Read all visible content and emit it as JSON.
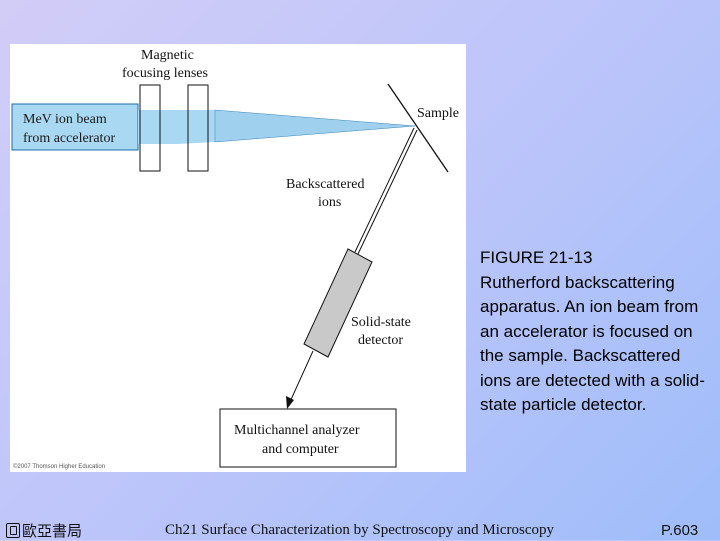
{
  "diagram": {
    "labels": {
      "lenses_line1": "Magnetic",
      "lenses_line2": "focusing lenses",
      "beam_line1": "MeV ion beam",
      "beam_line2": "from accelerator",
      "sample": "Sample",
      "backscattered_line1": "Backscattered",
      "backscattered_line2": "ions",
      "detector_line1": "Solid-state",
      "detector_line2": "detector",
      "analyzer_line1": "Multichannel analyzer",
      "analyzer_line2": "and computer",
      "copyright": "©2007 Thomson Higher Education"
    },
    "colors": {
      "beam_fill": "#a9d8f2",
      "beam_border": "#1b6ea8",
      "detector_fill": "#c9c9c9",
      "background": "#ffffff"
    }
  },
  "caption": {
    "figure_number": "FIGURE 21-13",
    "text": "Rutherford backscattering apparatus. An ion beam from an accelerator is focused on the sample. Backscattered ions are detected with a solid-state particle detector."
  },
  "footer": {
    "logo_text": "歐亞書局",
    "chapter": "Ch21 Surface Characterization by Spectroscopy and Microscopy",
    "page": "P.603"
  }
}
